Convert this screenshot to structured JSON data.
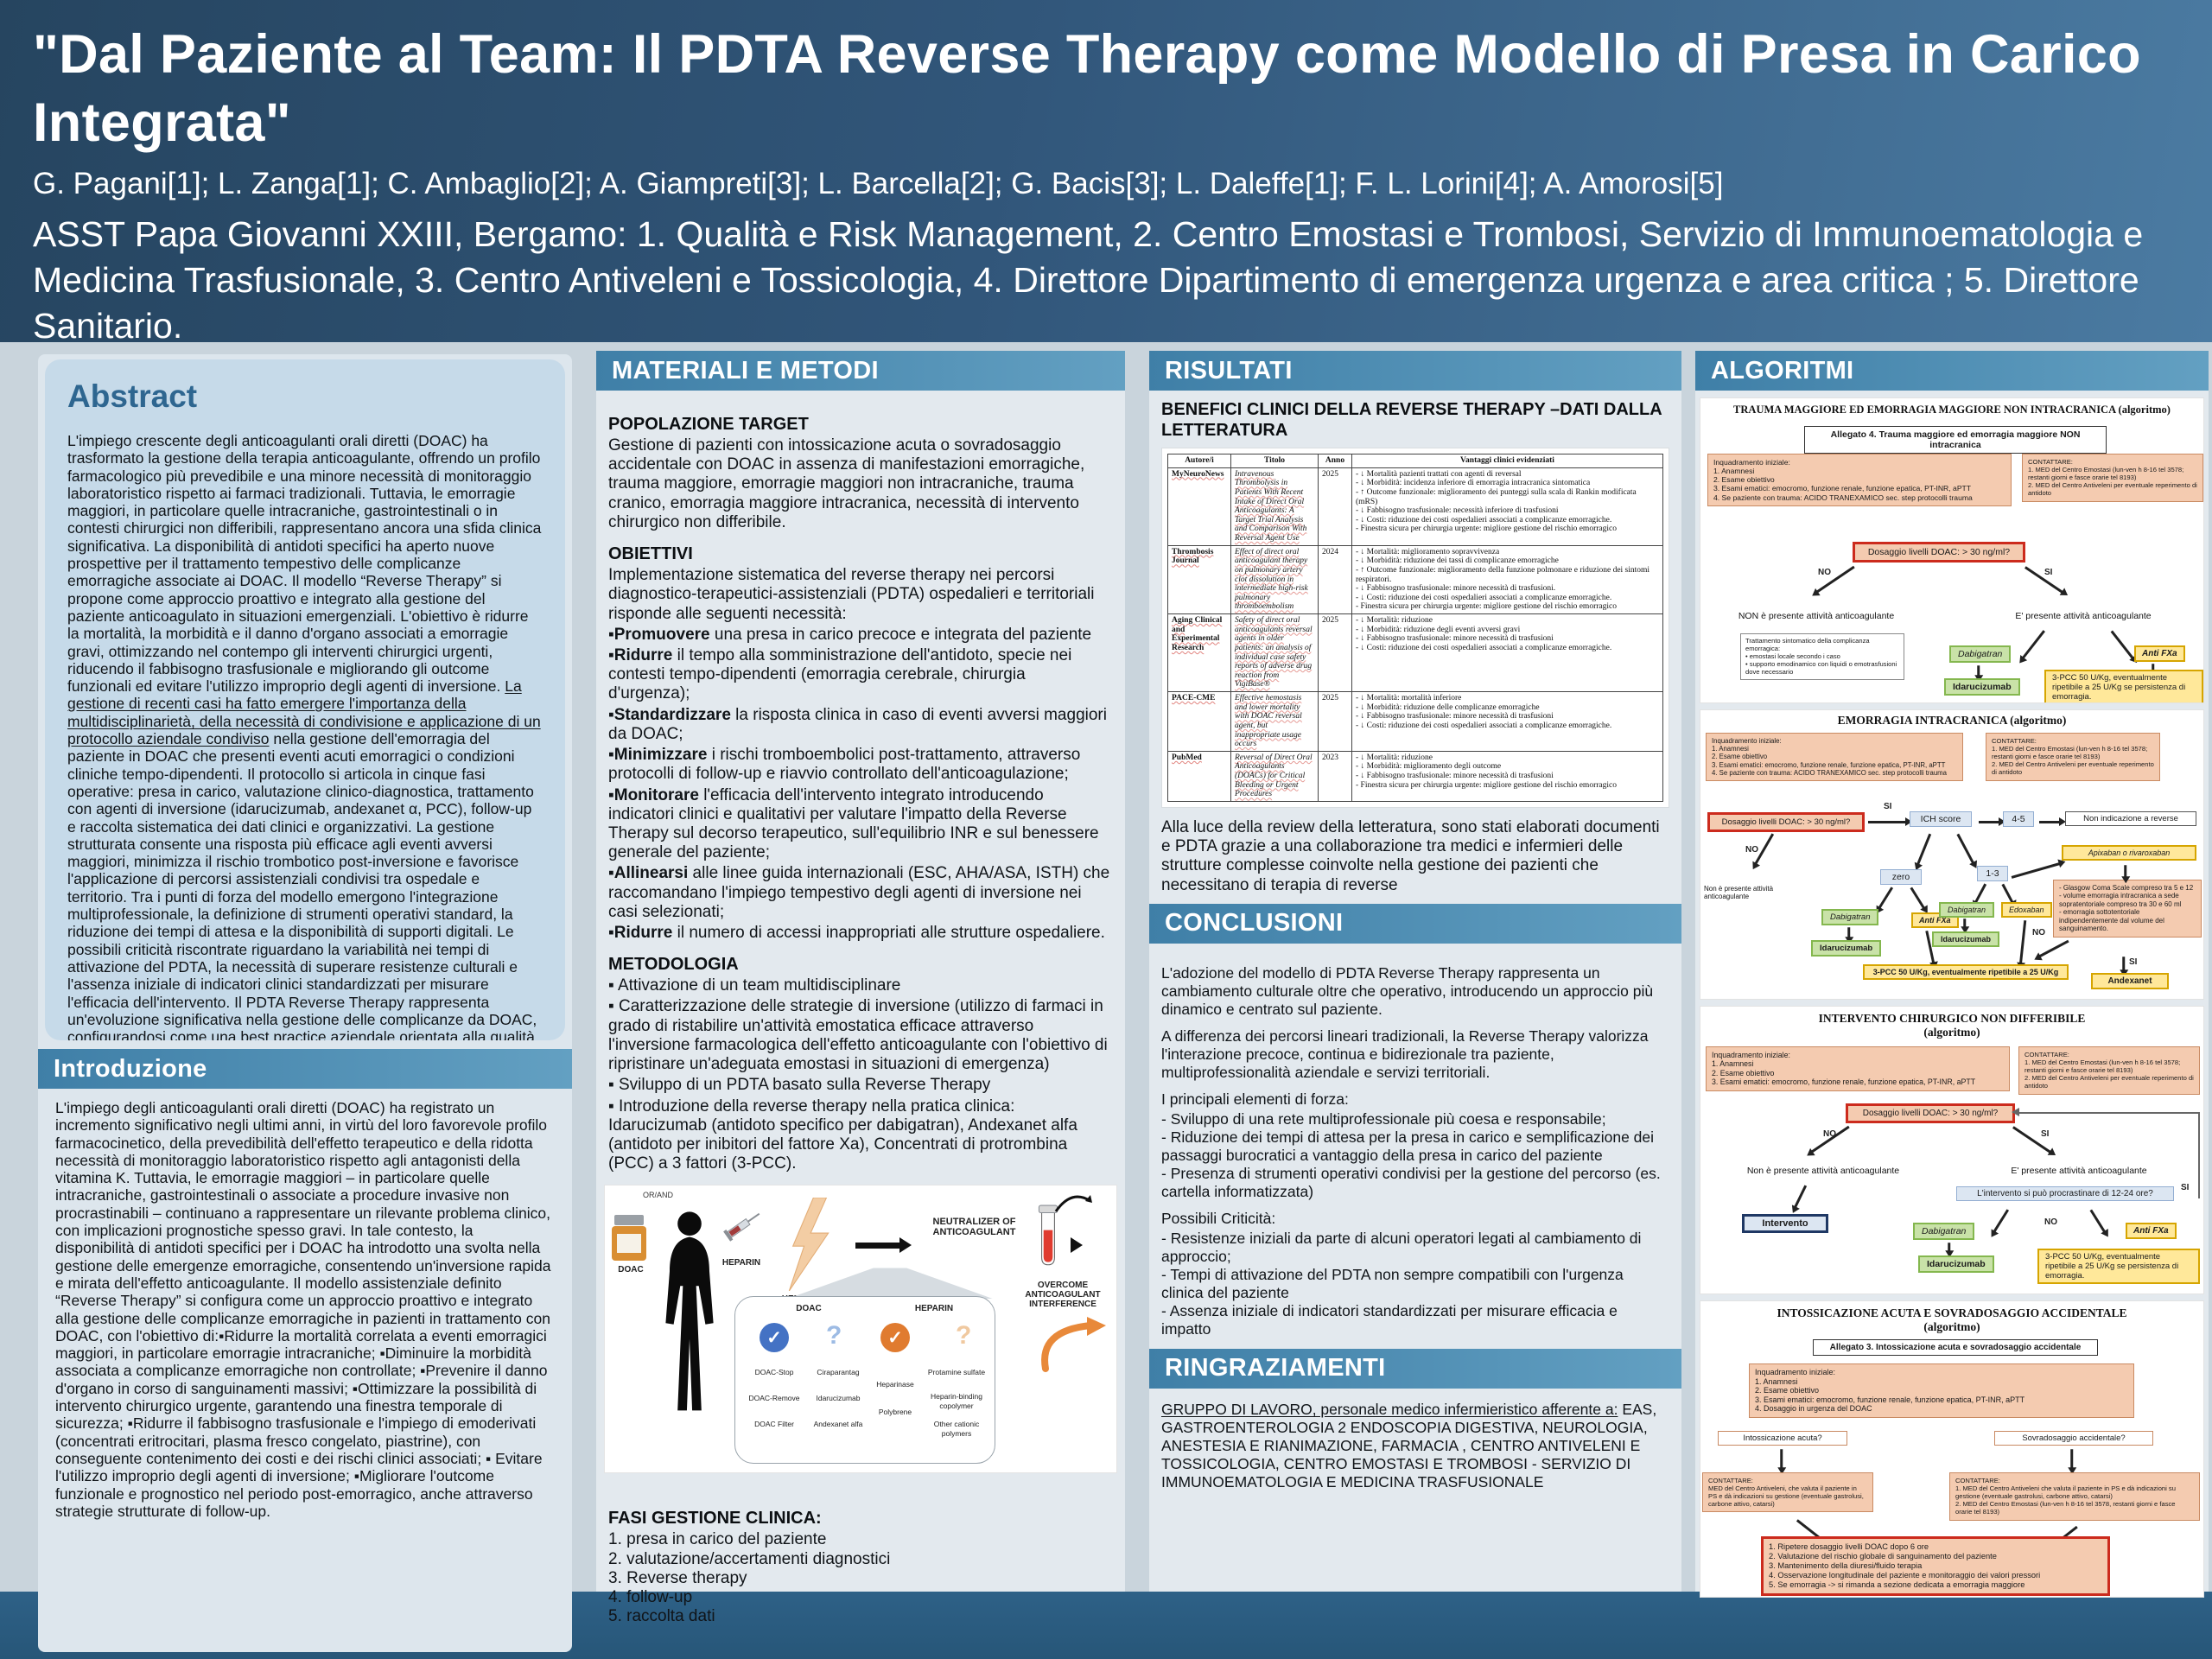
{
  "header": {
    "title": "\"Dal Paziente al Team: Il PDTA Reverse Therapy come Modello di Presa in Carico Integrata\"",
    "authors": "G. Pagani[1]; L. Zanga[1]; C. Ambaglio[2]; A. Giampreti[3]; L. Barcella[2]; G. Bacis[3]; L. Daleffe[1]; F. L. Lorini[4]; A. Amorosi[5]",
    "affiliations": "ASST Papa Giovanni XXIII, Bergamo: 1. Qualità e Risk Management, 2. Centro Emostasi e Trombosi, Servizio di Immunoematologia e Medicina Trasfusionale, 3. Centro Antiveleni e Tossicologia, 4. Direttore Dipartimento di emergenza urgenza e area critica ; 5. Direttore Sanitario."
  },
  "abstract": {
    "heading": "Abstract",
    "body_pre": "L'impiego crescente degli anticoagulanti orali diretti (DOAC) ha trasformato la gestione della terapia anticoagulante, offrendo un profilo farmacologico più prevedibile e una minore necessità di monitoraggio laboratoristico rispetto ai farmaci tradizionali. Tuttavia, le emorragie maggiori, in particolare quelle intracraniche, gastrointestinali o in contesti chirurgici non differibili, rappresentano ancora una sfida clinica significativa. La disponibilità di antidoti specifici ha aperto nuove prospettive per il trattamento tempestivo delle complicanze emorragiche associate ai DOAC. Il modello “Reverse Therapy” si propone come approccio proattivo e integrato alla gestione del paziente anticoagulato in situazioni emergenziali. L'obiettivo è ridurre la mortalità, la morbidità e il danno d'organo associati a emorragie gravi, ottimizzando nel contempo gli interventi chirurgici urgenti, riducendo il fabbisogno trasfusionale e migliorando gli outcome funzionali ed evitare l'utilizzo improprio degli agenti di inversione. ",
    "body_mark": "La gestione di recenti casi ha fatto emergere l'importanza della multidisciplinarietà, della necessità di condivisione e applicazione di un protocollo aziendale condiviso",
    "body_post": " nella gestione dell'emorragia del paziente in DOAC che presenti eventi acuti emorragici o condizioni cliniche tempo-dipendenti. Il protocollo si articola in cinque fasi operative: presa in carico, valutazione clinico-diagnostica, trattamento con agenti di inversione (idarucizumab, andexanet α, PCC), follow-up e raccolta sistematica dei dati clinici e organizzativi. La gestione strutturata consente una risposta più efficace agli eventi avversi maggiori, minimizza il rischio trombotico post-inversione e favorisce l'applicazione di percorsi assistenziali condivisi tra ospedale e territorio. Tra i punti di forza del modello emergono l'integrazione multiprofessionale, la definizione di strumenti operativi standard, la riduzione dei tempi di attesa e la disponibilità di supporti digitali. Le possibili criticità riscontrate riguardano la variabilità nei tempi di attivazione del PDTA, la necessità di superare resistenze culturali e l'assenza iniziale di indicatori clinici standardizzati per misurare l'efficacia dell'intervento. Il PDTA Reverse Therapy rappresenta un'evoluzione significativa nella gestione delle complicanze da DOAC, configurandosi come una best practice aziendale orientata alla qualità, alla sicurezza e alla"
  },
  "introduzione": {
    "heading": "Introduzione",
    "body": "L'impiego degli anticoagulanti orali diretti (DOAC) ha registrato un incremento significativo negli ultimi anni, in virtù del loro favorevole profilo farmacocinetico, della prevedibilità dell'effetto terapeutico e della ridotta necessità di monitoraggio laboratoristico rispetto agli antagonisti della vitamina K. Tuttavia, le emorragie maggiori – in particolare quelle intracraniche, gastrointestinali o associate a procedure invasive non procrastinabili – continuano a rappresentare un rilevante problema clinico, con implicazioni prognostiche spesso gravi. In tale contesto, la disponibilità di antidoti specifici per i DOAC ha introdotto una svolta nella gestione delle emergenze emorragiche, consentendo un'inversione rapida e mirata dell'effetto anticoagulante. Il modello assistenziale definito “Reverse Therapy” si configura come un approccio proattivo e integrato alla gestione delle complicanze emorragiche in pazienti in trattamento con DOAC, con l'obiettivo di:▪Ridurre la mortalità correlata a eventi emorragici maggiori, in particolare emorragie intracraniche; ▪Diminuire la morbidità associata a complicanze emorragiche non controllate; ▪Prevenire il danno d'organo in corso di sanguinamenti massivi; ▪Ottimizzare la possibilità di intervento chirurgico urgente, garantendo una finestra temporale di sicurezza; ▪Ridurre il fabbisogno trasfusionale e l'impiego di emoderivati (concentrati eritrocitari, plasma fresco congelato, piastrine), con conseguente contenimento dei costi e dei rischi clinici associati; ▪ Evitare l'utilizzo improprio degli agenti di inversione; ▪Migliorare l'outcome funzionale e prognostico nel periodo post-emorragico, anche attraverso strategie strutturate di follow-up."
  },
  "materiali": {
    "heading": "MATERIALI E METODI",
    "pop_heading": "POPOLAZIONE TARGET",
    "pop_body": "Gestione di pazienti con intossicazione acuta o sovradosaggio accidentale con DOAC in assenza di manifestazioni emorragiche, trauma maggiore, emorragie maggiori non intracraniche, trauma cranico, emorragia maggiore intracranica, necessità di intervento chirurgico non differibile.",
    "ob_heading": "OBIETTIVI",
    "ob_intro": "Implementazione sistematica del reverse therapy nei percorsi diagnostico-terapeutici-assistenziali (PDTA) ospedalieri e territoriali risponde alle seguenti necessità:",
    "ob_items": [
      {
        "lead": "▪Promuovere",
        "rest": " una presa in carico precoce e integrata del paziente"
      },
      {
        "lead": "▪Ridurre",
        "rest": " il tempo alla somministrazione dell'antidoto, specie nei contesti tempo-dipendenti (emorragia cerebrale, chirurgia d'urgenza);"
      },
      {
        "lead": "▪Standardizzare",
        "rest": " la risposta clinica in caso di eventi avversi maggiori da DOAC;"
      },
      {
        "lead": "▪Minimizzare",
        "rest": " i rischi tromboembolici post-trattamento, attraverso protocolli di follow-up e riavvio controllato dell'anticoagulazione;"
      },
      {
        "lead": "▪Monitorare",
        "rest": " l'efficacia dell'intervento integrato introducendo indicatori clinici e qualitativi per valutare l'impatto della Reverse Therapy sul decorso terapeutico, sull'equilibrio INR e sul benessere generale del paziente;"
      },
      {
        "lead": "▪Allinearsi",
        "rest": " alle linee guida internazionali (ESC, AHA/ASA, ISTH) che raccomandano l'impiego tempestivo degli agenti di inversione nei casi selezionati;"
      },
      {
        "lead": "▪Ridurre",
        "rest": " il numero di accessi inappropriati alle strutture ospedaliere."
      }
    ],
    "met_heading": "METODOLOGIA",
    "met_items": [
      "▪ Attivazione di un team multidisciplinare",
      "▪ Caratterizzazione delle strategie di inversione (utilizzo di farmaci in grado di ristabilire un'attività emostatica efficace attraverso l'inversione farmacologica dell'effetto anticoagulante con l'obiettivo di ripristinare un'adeguata emostasi in situazioni di emergenza)",
      "▪ Sviluppo di un PDTA basato sulla Reverse Therapy",
      "▪ Introduzione della reverse therapy nella pratica clinica: Idarucizumab (antidoto specifico per dabigatran), Andexanet alfa (antidoto per inibitori del fattore Xa), Concentrati di protrombina (PCC) a 3 fattori (3-PCC)."
    ],
    "fasi_heading": "FASI GESTIONE CLINICA:",
    "fasi_items": [
      "1. presa in carico del paziente",
      "2. valutazione/accertamenti diagnostici",
      "3. Reverse therapy",
      "4. follow-up",
      "5. raccolta dati"
    ]
  },
  "figure": {
    "or_and": "OR/AND",
    "doac_label": "DOAC",
    "heparin_label": "HEPARIN",
    "hemostasis": "HEMOSTASIS\nASSAYS",
    "neutralizer": "NEUTRALIZER OF\nANTICOAGULANT",
    "overcome": "OVERCOME\nANTICOAGULANT\nINTERFERENCE",
    "doac_col": "DOAC",
    "heparin_col": "HEPARIN",
    "check": "✓",
    "question": "?",
    "doac_known": [
      "DOAC-Stop",
      "DOAC-Remove",
      "DOAC Filter"
    ],
    "doac_maybe": [
      "Ciraparantag",
      "Idarucizumab",
      "Andexanet alfa"
    ],
    "heparin_known": [
      "Heparinase",
      "Polybrene"
    ],
    "heparin_maybe": [
      "Protamine sulfate",
      "Heparin-binding copolymer",
      "Other cationic polymers"
    ]
  },
  "risultati": {
    "heading": "RISULTATI",
    "table_title": "BENEFICI CLINICI DELLA REVERSE THERAPY –DATI DALLA LETTERATURA",
    "col_autore": "Autore/i",
    "col_titolo": "Titolo",
    "col_anno": "Anno",
    "col_vantaggi": "Vantaggi clinici evidenziati",
    "rows": [
      {
        "autore": "MyNeuroNews",
        "titolo": "Intravenous Thrombolysis in Patients With Recent Intake of Direct Oral Anticoagulants: A Target Trial Analysis and Comparison With Reversal Agent Use",
        "anno": "2025",
        "vantaggi": "- ↓ Mortalità pazienti trattati con agenti di reversal\n- ↓ Morbidità: incidenza inferiore di emorragia intracranica sintomatica\n- ↑ Outcome funzionale: miglioramento dei punteggi sulla scala di Rankin modificata (mRS)\n- ↓ Fabbisogno trasfusionale: necessità inferiore di trasfusioni\n- ↓ Costi: riduzione dei costi ospedalieri associati a complicanze emorragiche.\n- Finestra sicura per chirurgia urgente: migliore gestione del rischio emorragico"
      },
      {
        "autore": "Thrombosis Journal",
        "titolo": "Effect of direct oral anticoagulant therapy on pulmonary artery clot dissolution in intermediate high-risk pulmonary thromboembolism",
        "anno": "2024",
        "vantaggi": "- ↓ Mortalità: miglioramento sopravvivenza\n- ↓ Morbidità: riduzione dei tassi di complicanze emorragiche\n- ↑ Outcome funzionale: miglioramento della funzione polmonare e riduzione dei sintomi respiratori.\n- ↓ Fabbisogno trasfusionale: minore necessità di trasfusioni.\n- ↓ Costi: riduzione dei costi ospedalieri associati a complicanze emorragiche.\n- Finestra sicura per chirurgia urgente: migliore gestione del rischio emorragico"
      },
      {
        "autore": "Aging Clinical and Experimental Research",
        "titolo": "Safety of direct oral anticoagulants reversal agents in older patients: an analysis of individual case safety reports of adverse drug reaction from VigiBase®",
        "anno": "2025",
        "vantaggi": "- ↓ Mortalità: riduzione\n- ↓ Morbidità: riduzione degli eventi avversi gravi\n- ↓ Fabbisogno trasfusionale: minore necessità di trasfusioni\n- ↓ Costi: riduzione dei costi ospedalieri associati a complicanze emorragiche."
      },
      {
        "autore": "PACE-CME",
        "titolo": "Effective hemostasis and lower mortality with DOAC reversal agent, but inappropriate usage occurs",
        "anno": "2025",
        "vantaggi": "- ↓ Mortalità: mortalità inferiore\n- ↓ Morbidità: riduzione delle complicanze emorragiche\n- ↓ Fabbisogno trasfusionale: minore necessità di trasfusioni\n- ↓ Costi: riduzione dei costi ospedalieri associati a complicanze emorragiche."
      },
      {
        "autore": "PubMed",
        "titolo": "Reversal of Direct Oral Anticoagulants (DOACs) for Critical Bleeding or Urgent Procedures",
        "anno": "2023",
        "vantaggi": "- ↓ Mortalità: riduzione\n- ↓ Morbidità: miglioramento degli outcome\n- ↓ Fabbisogno trasfusionale: minore necessità di trasfusioni\n- Finestra sicura per chirurgia urgente: migliore gestione del rischio emorragico"
      }
    ],
    "nota": "Alla luce della review della letteratura, sono stati elaborati documenti e PDTA grazie a una collaborazione tra medici e infermieri delle strutture complesse coinvolte nella gestione dei pazienti che necessitano di terapia di reverse"
  },
  "conclusioni": {
    "heading": "CONCLUSIONI",
    "p1": "L'adozione del modello di PDTA Reverse Therapy rappresenta un cambiamento culturale oltre che operativo, introducendo un approccio più dinamico e centrato sul paziente.",
    "p2": "A differenza dei percorsi lineari tradizionali, la Reverse Therapy valorizza l'interazione precoce, continua e bidirezionale tra paziente, multiprofessionalità aziendale e servizi territoriali.",
    "forza_title": "I principali elementi di forza:",
    "forza_list": "- Sviluppo di una rete multiprofessionale più coesa e responsabile;\n- Riduzione dei tempi di attesa per la presa in carico e semplificazione dei passaggi burocratici a vantaggio della presa in carico del paziente\n-  Presenza di strumenti operativi condivisi per la gestione del percorso (es. cartella informatizzata)",
    "criticita_title": "Possibili Criticità:",
    "criticita_list": "- Resistenze iniziali da parte di alcuni operatori legati al cambiamento di approccio;\n- Tempi di attivazione del PDTA non sempre compatibili con l'urgenza clinica del paziente\n- Assenza iniziale di indicatori standardizzati per misurare efficacia e impatto"
  },
  "ringraziamenti": {
    "heading": "RINGRAZIAMENTI",
    "lead": "GRUPPO DI LAVORO, personale medico infermieristico afferente a:",
    "body": " EAS, GASTROENTEROLOGIA 2 ENDOSCOPIA DIGESTIVA, NEUROLOGIA, ANESTESIA E RIANIMAZIONE, FARMACIA , CENTRO ANTIVELENI E TOSSICOLOGIA, CENTRO EMOSTASI E TROMBOSI - SERVIZIO DI IMMUNOEMATOLOGIA E MEDICINA TRASFUSIONALE"
  },
  "algoritmi": {
    "heading": "ALGORITMI",
    "shared": {
      "dosaggio": "Dosaggio livelli DOAC: > 30 ng/ml?",
      "no": "NO",
      "si": "SI",
      "inquadramento4": "Inquadramento iniziale:\n1.  Anamnesi\n2.  Esame obiettivo\n3.  Esami ematici: emocromo, funzione renale, funzione epatica, PT-INR, aPTT\n4.  Se paziente con trauma: ACIDO TRANEXAMICO sec. step protocolli trauma",
      "inquadramento3": "Inquadramento iniziale:\n1.  Anamnesi\n2.  Esame obiettivo\n3.  Esami ematici: emocromo, funzione renale, funzione epatica, PT-INR, aPTT",
      "contattare": "CONTATTARE:\n1.  MED del Centro Emostasi (lun-ven h 8-16 tel 3578; restanti giorni e fasce orarie tel 8193)\n2.  MED del Centro Antiveleni per eventuale reperimento di antidoto",
      "no_attivita": "NON è presente attività anticoagulante",
      "si_attivita": "E' presente attività anticoagulante",
      "trattamento": "Trattamento sintomatico della complicanza emorragica:\n•  emostasi locale secondo i caso\n•  supporto emodinamico con liquidi o emotrasfusioni dove necessario",
      "dabigatran": "Dabigatran",
      "idarucizumab": "Idarucizumab",
      "anti_fxa": "Anti FXa",
      "pcc": "3-PCC 50 U/Kg, eventualmente ripetibile a 25 U/Kg se persistenza di emorragia."
    },
    "algo1": {
      "title": "TRAUMA MAGGIORE ED EMORRAGIA MAGGIORE NON INTRACRANICA (algoritmo)",
      "allegato": "Allegato 4. Trauma maggiore ed emorragia maggiore NON intracranica"
    },
    "algo2": {
      "title": "EMORRAGIA INTRACRANICA (algoritmo)",
      "ich": "ICH score",
      "score45": "4-5",
      "non_indicazione": "Non indicazione a reverse",
      "zero": "zero",
      "score13": "1-3",
      "apixaban": "Apixaban o rivaroxaban",
      "edoxaban": "Edoxaban",
      "criteri": "- Glasgow Coma Scale compreso tra 5 e 12\n- volume emorragia intracranica a sede sopratentoriale compreso tra 30 e 60 ml\n- emorragia sottotentoriale indipendentemente dal volume del sanguinamento.",
      "andexanet": "Andexanet",
      "pcc_short": "3-PCC 50 U/Kg, eventualmente ripetibile a 25 U/Kg",
      "no_attivita_short": "Non è presente attività anticoagulante"
    },
    "algo3": {
      "title": "INTERVENTO CHIRURGICO NON DIFFERIBILE",
      "title2": "(algoritmo)",
      "no_attivita": "Non è presente attività anticoagulante",
      "procrastinare": "L'intervento si può procrastinare di 12-24 ore?",
      "intervento": "Intervento"
    },
    "algo4": {
      "title": "INTOSSICAZIONE ACUTA E SOVRADOSAGGIO ACCIDENTALE",
      "title2": "(algoritmo)",
      "allegato": "Allegato 3. Intossicazione acuta e sovradosaggio accidentale",
      "inquadramento": "Inquadramento iniziale:\n1.  Anamnesi\n2.  Esame obiettivo\n3.  Esami ematici: emocromo, funzione renale, funzione epatica, PT-INR, aPTT\n4.  Dosaggio in urgenza del DOAC",
      "intossicazione": "Intossicazione acuta?",
      "sovradosaggio": "Sovradosaggio accidentale?",
      "contattare_sx": "CONTATTARE:\nMED del Centro Antiveleni, che valuta il paziente in PS e dà indicazioni su gestione (eventuale gastrolusi, carbone attivo, catarsi)",
      "contattare_dx": "CONTATTARE:\n1.  MED del Centro Antiveleni che valuta il paziente in PS e dà indicazioni su gestione (eventuale gastrolusi, carbone attivo, catarsi)\n2.  MED del Centro Emostasi (lun-ven h 8-16 tel 3578, restanti giorni e fasce orarie tel 8193)",
      "steps": "1. Ripetere dosaggio livelli DOAC dopo 6 ore\n2. Valutazione del rischio globale di sanguinamento del paziente\n3. Mantenimento della diuresi/fluido terapia\n4. Osservazione longitudinale del paziente e monitoraggio dei valori pressori\n5. Se emorragia -> si rimanda a sezione dedicata a emorragia maggiore"
    }
  }
}
